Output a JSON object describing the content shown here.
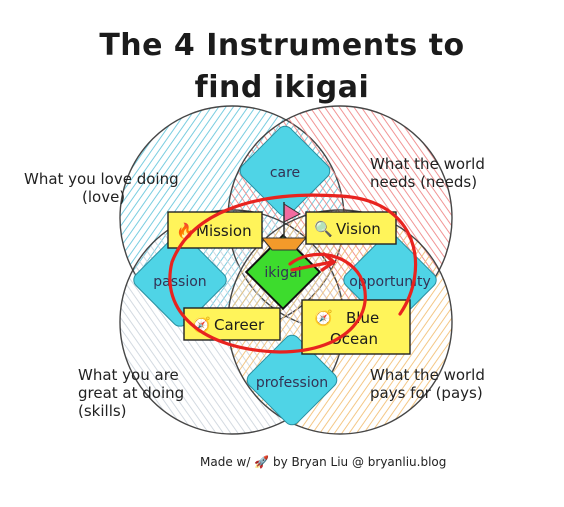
{
  "title": {
    "line1": "The 4 Instruments to",
    "line2": "find ikigai"
  },
  "circles": {
    "love": {
      "label_line1": "What you love doing",
      "label_line2": "(love)",
      "color": "#6cc8dd"
    },
    "needs": {
      "label_line1": "What the world",
      "label_line2": "needs (needs)",
      "color": "#f08a8a"
    },
    "skills": {
      "label_line1": "What you are",
      "label_line2": "great at doing",
      "label_line3": "(skills)",
      "color": "#cfd6de"
    },
    "pays": {
      "label_line1": "What the world",
      "label_line2": "pays for (pays)",
      "color": "#f3c27a"
    }
  },
  "diamonds": {
    "care": "care",
    "passion": "passion",
    "opportunity": "opportunity",
    "profession": "profession",
    "ikigai": "ikigai"
  },
  "instruments": {
    "mission": {
      "icon": "🔥",
      "label": "Mission"
    },
    "vision": {
      "icon": "🔍",
      "label": "Vision"
    },
    "career": {
      "icon": "🧭",
      "label": "Career"
    },
    "blue_ocean": {
      "icon": "🧭",
      "line1": "Blue",
      "line2": "Ocean"
    }
  },
  "footer": "Made w/ 🚀 by Bryan Liu @ bryanliu.blog",
  "colors": {
    "diamond": "#4fd4e6",
    "note": "#fff45a",
    "center": "#3ddc2d",
    "arrow": "#e8231f"
  }
}
